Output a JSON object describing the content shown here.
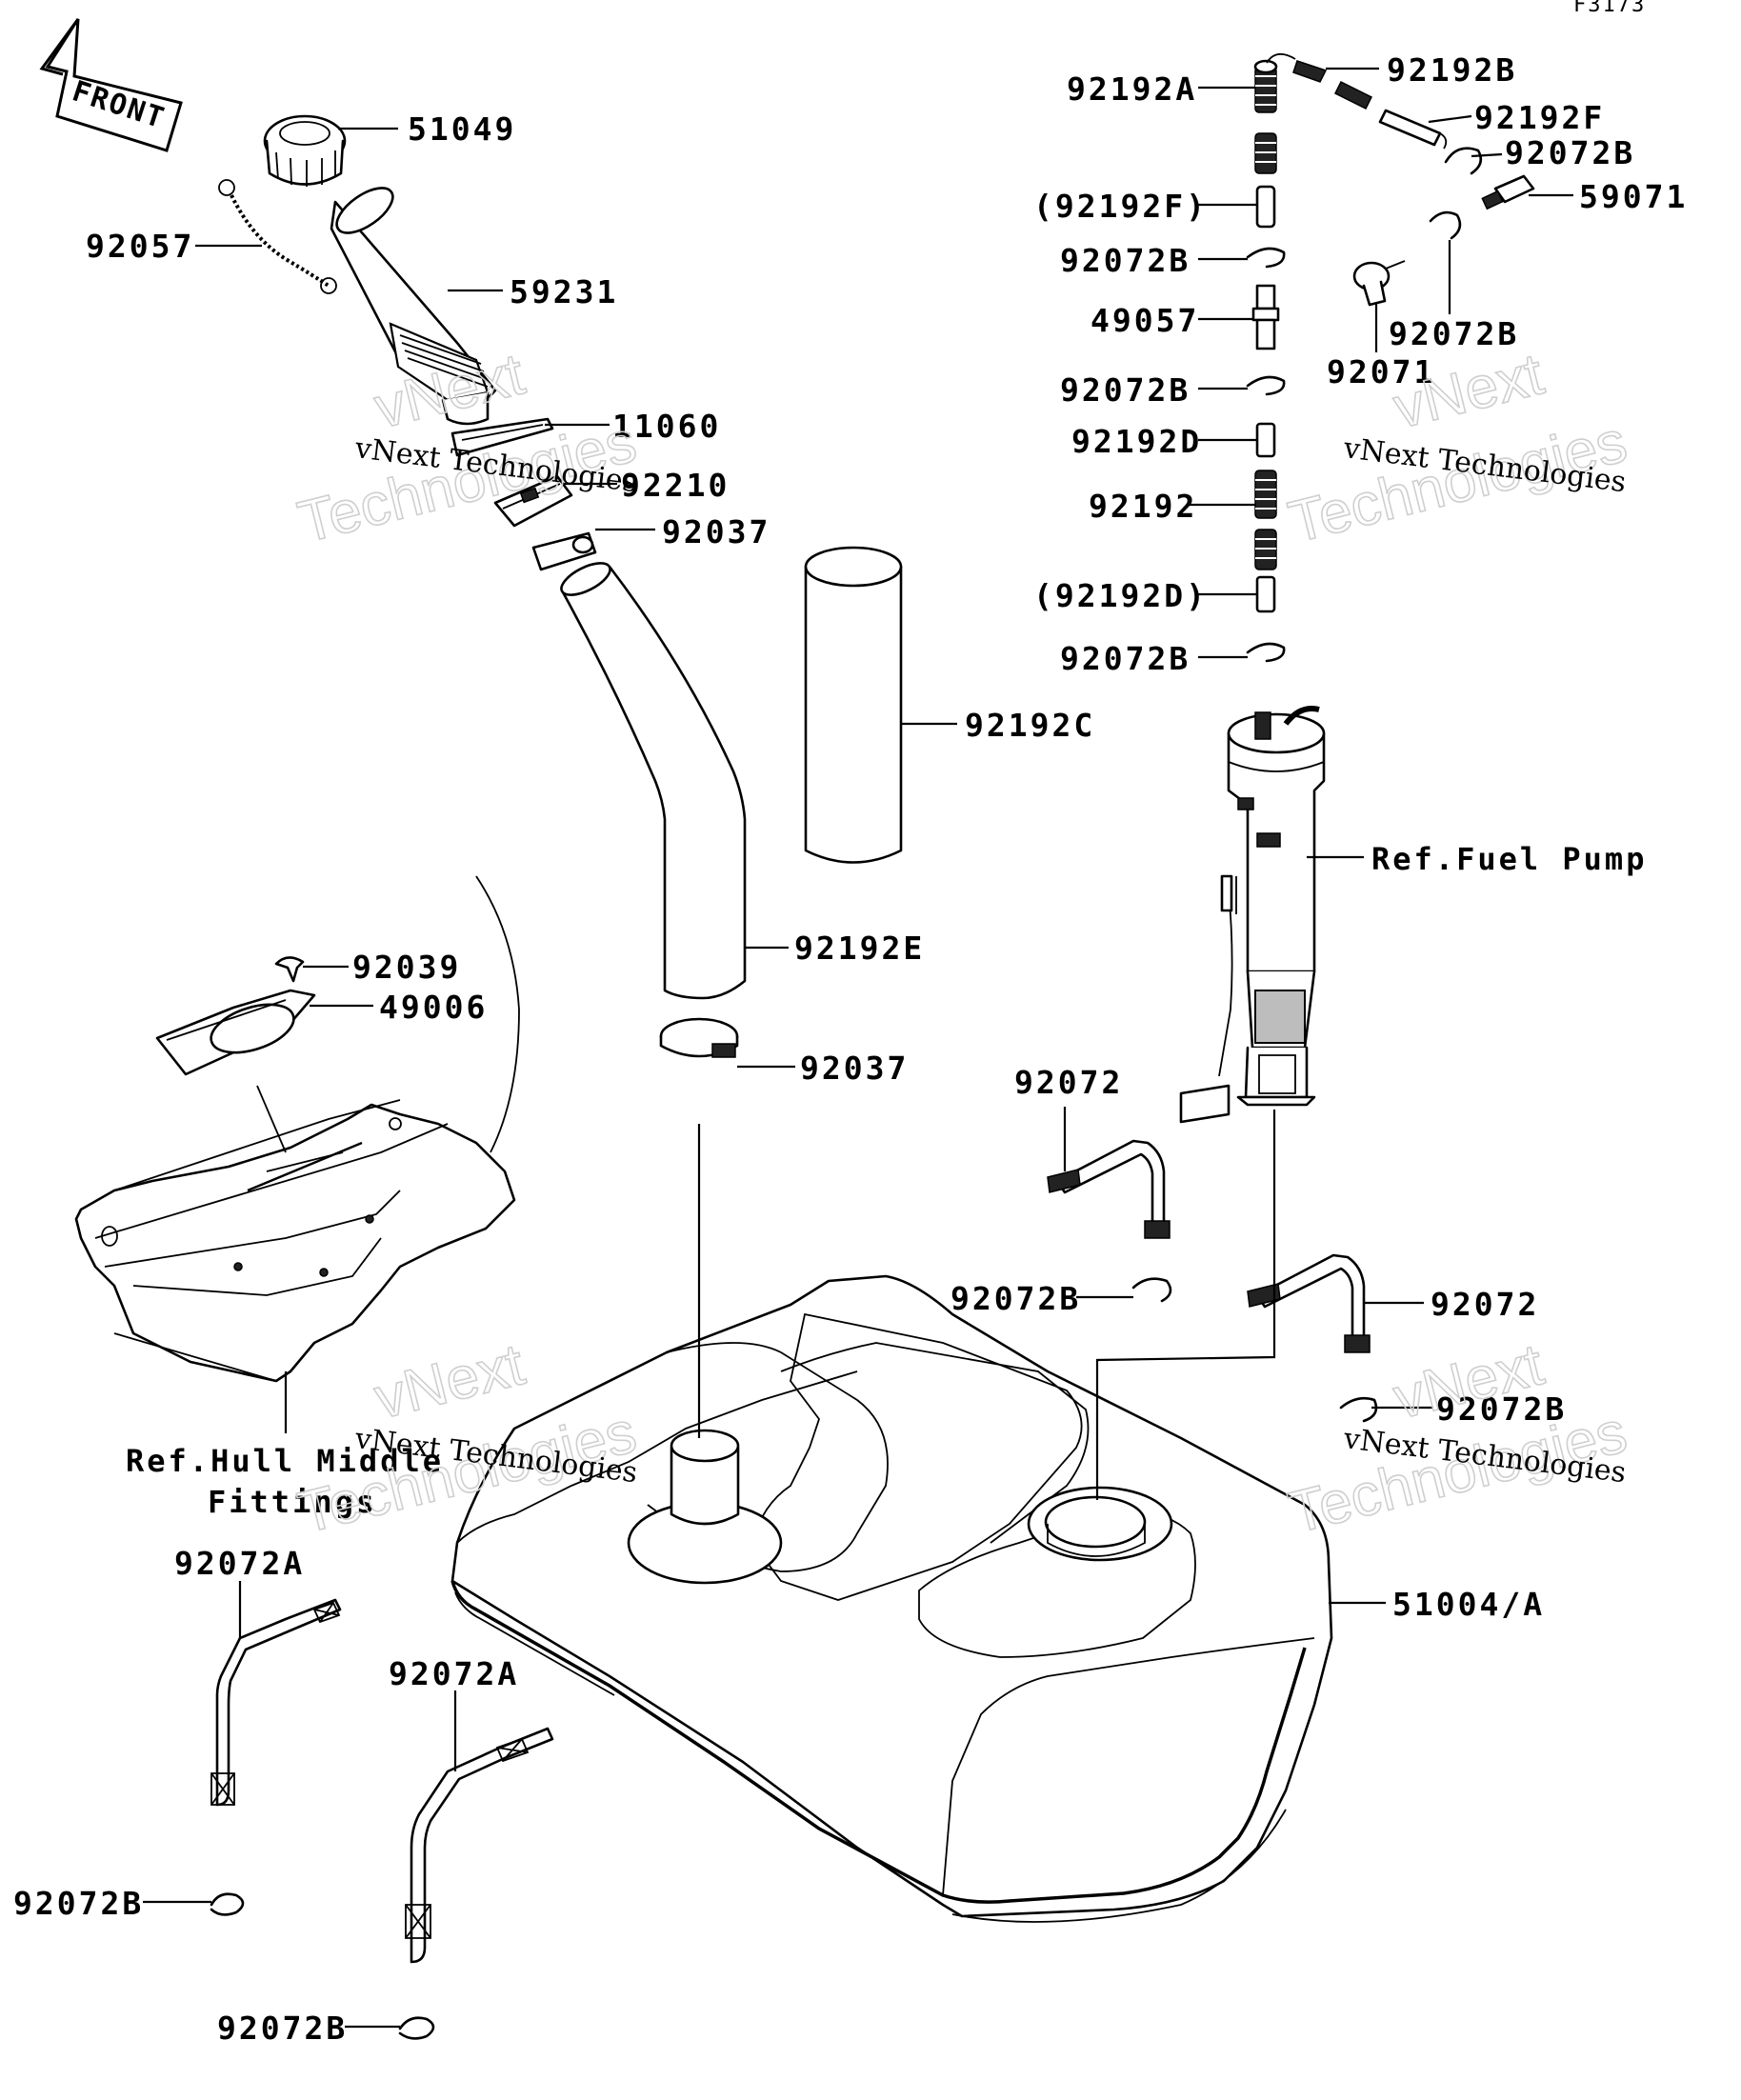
{
  "diagram_code": "F3173",
  "front_label": "FRONT",
  "watermark": {
    "line1": "vNext Technologies",
    "line2a": "vNext",
    "line2b": "Technologies"
  },
  "callouts": {
    "c51049": "51049",
    "c92057": "92057",
    "c59231": "59231",
    "c11060": "11060",
    "c92210": "92210",
    "c92037a": "92037",
    "c92192c": "92192C",
    "c92192e": "92192E",
    "c92037b": "92037",
    "c92039": "92039",
    "c49006": "49006",
    "ref_hull_1": "Ref.Hull Middle",
    "ref_hull_2": "Fittings",
    "c92072a_1": "92072A",
    "c92072a_2": "92072A",
    "c92072b_l1": "92072B",
    "c92072b_l2": "92072B",
    "c92192a": "92192A",
    "c92192f_p": "(92192F)",
    "c92072b_1": "92072B",
    "c49057": "49057",
    "c92072b_2": "92072B",
    "c92192d": "92192D",
    "c92192": "92192",
    "c92192d_p": "(92192D)",
    "c92072b_3": "92072B",
    "c92192b": "92192B",
    "c92192f": "92192F",
    "c92072b_4": "92072B",
    "c59071": "59071",
    "c92072b_5": "92072B",
    "c92071": "92071",
    "ref_fuel_pump": "Ref.Fuel Pump",
    "c92072_1": "92072",
    "c92072b_6": "92072B",
    "c92072_2": "92072",
    "c92072b_7": "92072B",
    "c51004": "51004/A"
  }
}
